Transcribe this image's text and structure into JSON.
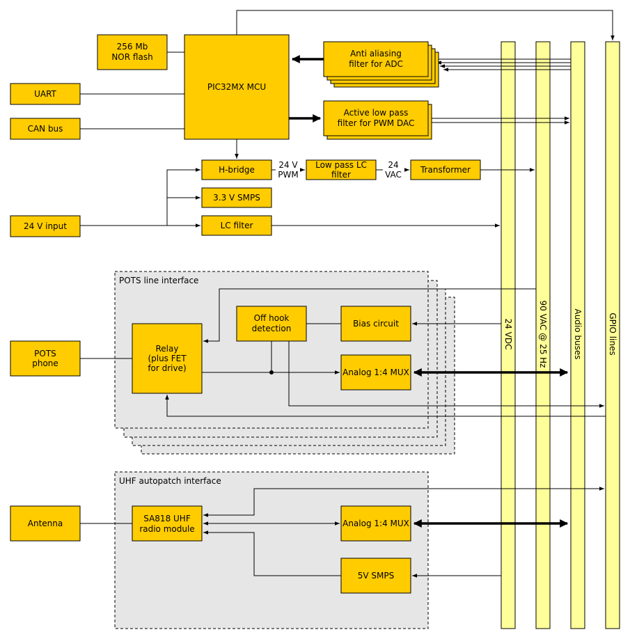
{
  "blocks": {
    "nor_flash": [
      "256 Mb",
      "NOR flash"
    ],
    "mcu": "PIC32MX MCU",
    "uart": "UART",
    "can": "CAN bus",
    "aa_filter": [
      "Anti aliasing",
      "filter for ADC"
    ],
    "lp_filter": [
      "Active low pass",
      "filter for PWM DAC"
    ],
    "hbridge": "H-bridge",
    "lc_low_pass": [
      "Low pass LC",
      "filter"
    ],
    "transformer": "Transformer",
    "smps33": "3.3 V SMPS",
    "input24": "24 V input",
    "lc_filter": "LC filter",
    "pots_phone": [
      "POTS",
      "phone"
    ],
    "relay": [
      "Relay",
      "(plus FET",
      "for drive)"
    ],
    "offhook": [
      "Off hook",
      "detection"
    ],
    "bias": "Bias circuit",
    "mux_pots": "Analog 1:4 MUX",
    "antenna": "Antenna",
    "sa818": [
      "SA818 UHF",
      "radio module"
    ],
    "mux_uhf": "Analog 1:4 MUX",
    "smps5": "5V SMPS"
  },
  "labels": {
    "pwm24": [
      "24 V",
      "PWM"
    ],
    "vac24": [
      "24",
      "VAC"
    ]
  },
  "groups": {
    "pots": "POTS line interface",
    "uhf": "UHF autopatch interface"
  },
  "buses": {
    "vdc24": "24 VDC",
    "vac90": "90 VAC @ 25 Hz",
    "audio": "Audio buses",
    "gpio": "GPIO lines"
  },
  "colors": {
    "block": "#ffcc00",
    "bus": "#ffff99",
    "group": "#e6e6e6"
  }
}
